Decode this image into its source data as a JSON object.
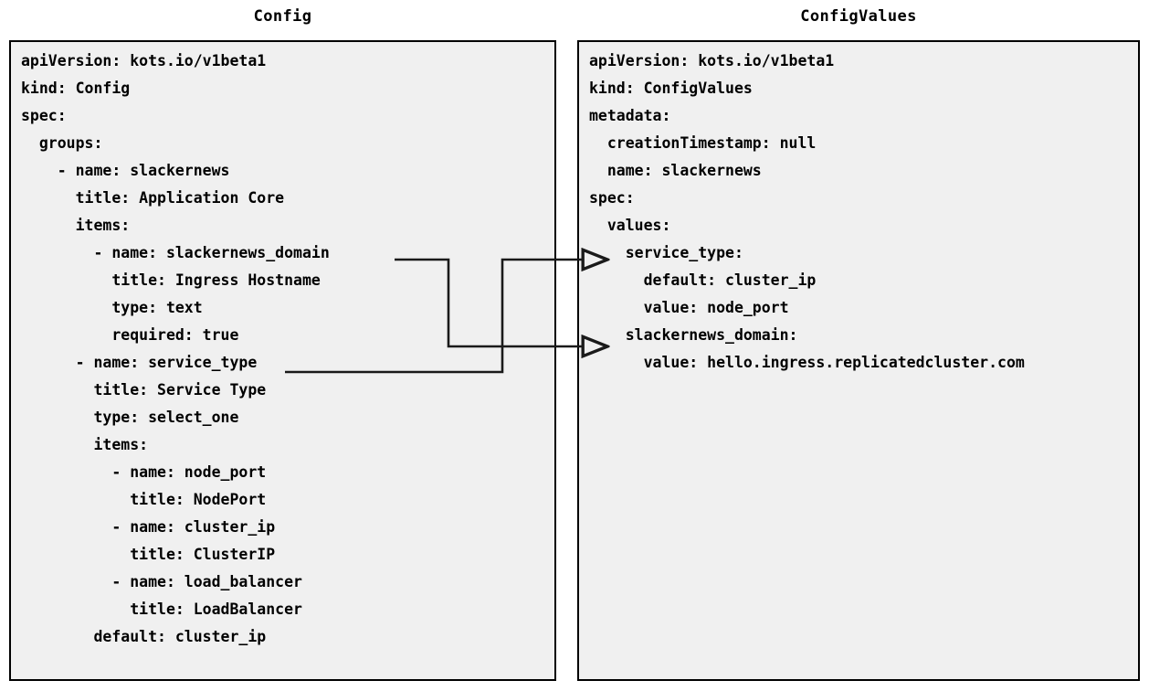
{
  "diagram": {
    "type": "two-panel-yaml-mapping",
    "background": "#ffffff",
    "panel_fill": "#f0f0f0",
    "line_color": "#1a1a1a"
  },
  "left_panel": {
    "title": "Config",
    "lines": [
      "apiVersion: kots.io/v1beta1",
      "kind: Config",
      "spec:",
      "  groups:",
      "    - name: slackernews",
      "      title: Application Core",
      "      items:",
      "        - name: slackernews_domain",
      "          title: Ingress Hostname",
      "          type: text",
      "          required: true",
      "      - name: service_type",
      "        title: Service Type",
      "        type: select_one",
      "        items:",
      "          - name: node_port",
      "            title: NodePort",
      "          - name: cluster_ip",
      "            title: ClusterIP",
      "          - name: load_balancer",
      "            title: LoadBalancer",
      "        default: cluster_ip"
    ]
  },
  "right_panel": {
    "title": "ConfigValues",
    "lines": [
      "apiVersion: kots.io/v1beta1",
      "kind: ConfigValues",
      "metadata:",
      "  creationTimestamp: null",
      "  name: slackernews",
      "spec:",
      "  values:",
      "    service_type:",
      "      default: cluster_ip",
      "      value: node_port",
      "    slackernews_domain:",
      "      value: hello.ingress.replicatedcluster.com"
    ]
  },
  "connectors": [
    {
      "name": "slackernews-domain-connector",
      "from_label": "slackernews_domain",
      "to_label": "slackernews_domain:",
      "arrowhead": "open-triangle-right"
    },
    {
      "name": "service-type-connector",
      "from_label": "service_type",
      "to_label": "service_type:",
      "arrowhead": "open-triangle-right"
    }
  ]
}
